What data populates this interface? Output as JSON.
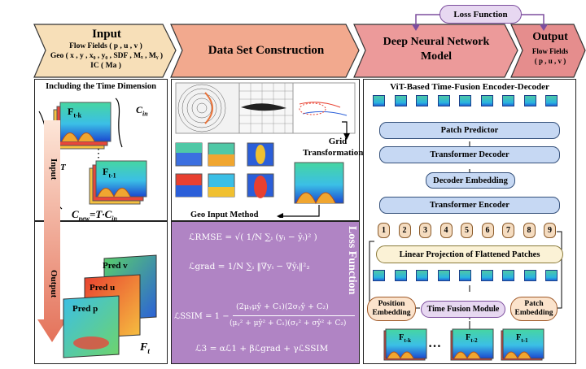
{
  "loss_function": "Loss Function",
  "headers": {
    "input": {
      "title": "Input",
      "line1": "Flow Fields ( p , u , v )",
      "line2": "Geo ( x , y , x₀ , y₀ , SDF , Mₓ , Mᵧ )",
      "line3": "IC ( Ma )"
    },
    "dataset": {
      "title": "Data Set Construction"
    },
    "dnn": {
      "title_line1": "Deep Neural Network",
      "title_line2": "Model"
    },
    "output": {
      "title": "Output",
      "line1": "Flow Fields",
      "line2": "( p , u , v )"
    }
  },
  "input_panel": {
    "time_dim": "Including the Time Dimension",
    "f_tk": "F",
    "f_tk_sub": "t-k",
    "c_in": "C",
    "c_in_sub": "in",
    "t_label": "T",
    "f_t1": "F",
    "f_t1_sub": "t-1",
    "input_arrow": "Input",
    "c_new": "C",
    "c_new_sub": "new",
    "c_new_rhs": "=T·C",
    "c_new_rhs_sub": "in",
    "dots": "…"
  },
  "output_panel": {
    "output_arrow": "Output",
    "pred_v": "Pred v",
    "pred_u": "Pred u",
    "pred_p": "Pred p",
    "f_t": "F",
    "f_t_sub": "t"
  },
  "dataset_panel": {
    "grid_transformation_1": "Grid",
    "grid_transformation_2": "Transformation",
    "geo_input": "Geo Input Method",
    "loss_vertical": "Loss Function",
    "formulas": {
      "rmse": "ℒRMSE = √( 1/N ∑ᵢ (yᵢ − ŷᵢ)² )",
      "grad": "ℒgrad = 1/N ∑ᵢ ‖∇yᵢ − ∇ŷᵢ‖²₂",
      "ssim_top": "(2μᵧμŷ + C₁)(2σᵧŷ + C₂)",
      "ssim_left": "ℒSSIM = 1 −",
      "ssim_bottom": "(μᵧ² + μŷ² + C₁)(σᵧ² + σŷ² + C₂)",
      "total": "ℒ3 = αℒ1 + βℒgrad + γℒSSIM"
    }
  },
  "dnn_panel": {
    "title": "ViT-Based Time-Fusion Encoder-Decoder",
    "patch_predictor": "Patch Predictor",
    "transformer_decoder": "Transformer Decoder",
    "decoder_embedding": "Decoder Embedding",
    "transformer_encoder": "Transformer Encoder",
    "linear_projection": "Linear Projection of Flattened Patches",
    "position_embedding_1": "Position",
    "position_embedding_2": "Embedding",
    "time_fusion": "Time Fusion Module",
    "patch_embedding_1": "Patch",
    "patch_embedding_2": "Embedding",
    "numbers": [
      "1",
      "2",
      "3",
      "4",
      "5",
      "6",
      "7",
      "8",
      "9"
    ],
    "frames": [
      {
        "f": "F",
        "sub": "t-k"
      },
      {
        "f": "F",
        "sub": "t-2"
      },
      {
        "f": "F",
        "sub": "t-1"
      }
    ],
    "dots": "…"
  }
}
